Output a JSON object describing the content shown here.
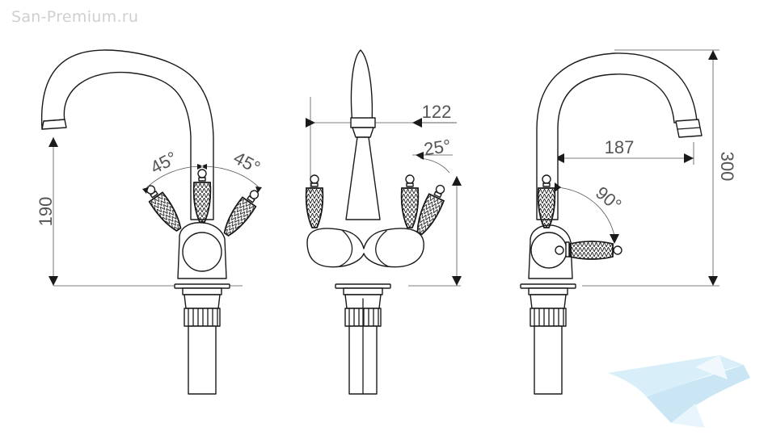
{
  "watermark": "San-Premium.ru",
  "dimensions": {
    "front_height": "190",
    "front_left_angle": "45°",
    "front_right_angle": "45°",
    "middle_width": "122",
    "middle_angle": "25°",
    "side_reach": "187",
    "side_angle": "90°",
    "side_height": "300"
  },
  "colors": {
    "line": "#1a1a1a",
    "dimension": "#555555",
    "watermark": "#cfcfcf",
    "logo": "#9fd3ee"
  }
}
